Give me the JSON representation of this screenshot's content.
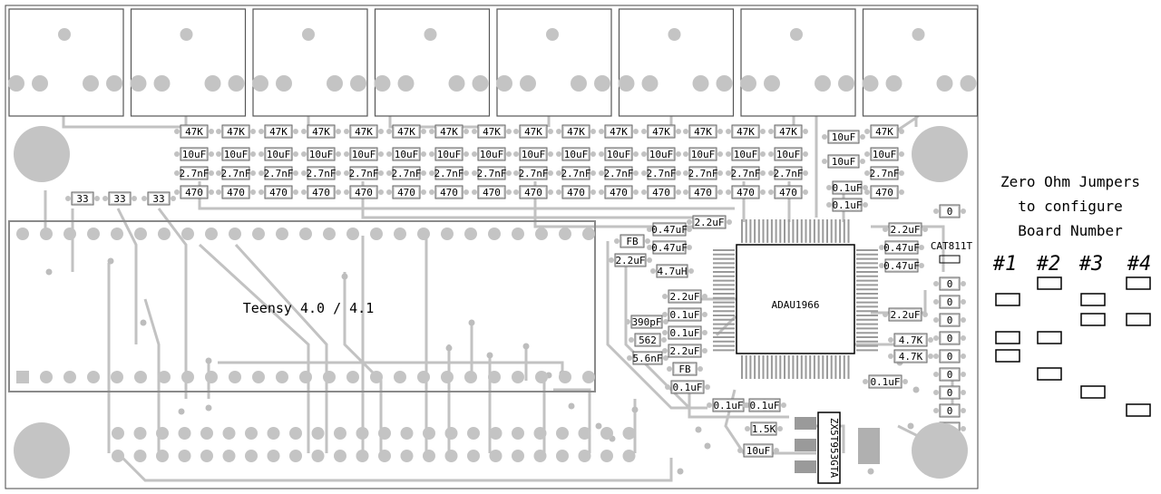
{
  "board": {
    "teensy_label": "Teensy 4.0 / 4.1",
    "codec_label": "ADAU1966",
    "regulator_label": "CAT811T",
    "transistor_label": "ZX5T953GTA",
    "colors": {
      "trace": "#bdbdbd",
      "pad": "#c0c0c0",
      "silk": "#000000",
      "part_fill": "#d9d9d9"
    }
  },
  "channel_parts": {
    "r_top": "47K",
    "cap": "10uF",
    "cap_small": "2.7nF",
    "r_bottom": "470"
  },
  "series_resistors": [
    "33",
    "33",
    "33"
  ],
  "left_cluster": [
    "FB",
    "2.2uF",
    "4.7uH",
    "390pF",
    "562",
    "5.6nF",
    "FB"
  ],
  "codec_parts_left": [
    "0.47uF",
    "0.47uF",
    "2.2uF",
    "2.2uF",
    "0.1uF",
    "0.1uF",
    "2.2uF",
    "0.1uF"
  ],
  "codec_parts_right": [
    "2.2uF",
    "0.47uF",
    "0.47uF",
    "2.2uF",
    "4.7K",
    "4.7K",
    "0.1uF"
  ],
  "right_caps": [
    "10uF",
    "10uF",
    "0.1uF",
    "0.1uF"
  ],
  "zero_jumpers": [
    "0",
    "0",
    "0",
    "0",
    "0",
    "0",
    "0",
    "0",
    "0",
    "0"
  ],
  "bottom_parts": [
    "0.1uF",
    "0.1uF",
    "1.5K",
    "10uF"
  ],
  "side_panel": {
    "line1": "Zero Ohm Jumpers",
    "line2": "to configure",
    "line3": "Board Number",
    "board_numbers": [
      "#1",
      "#2",
      "#3",
      "#4"
    ]
  }
}
